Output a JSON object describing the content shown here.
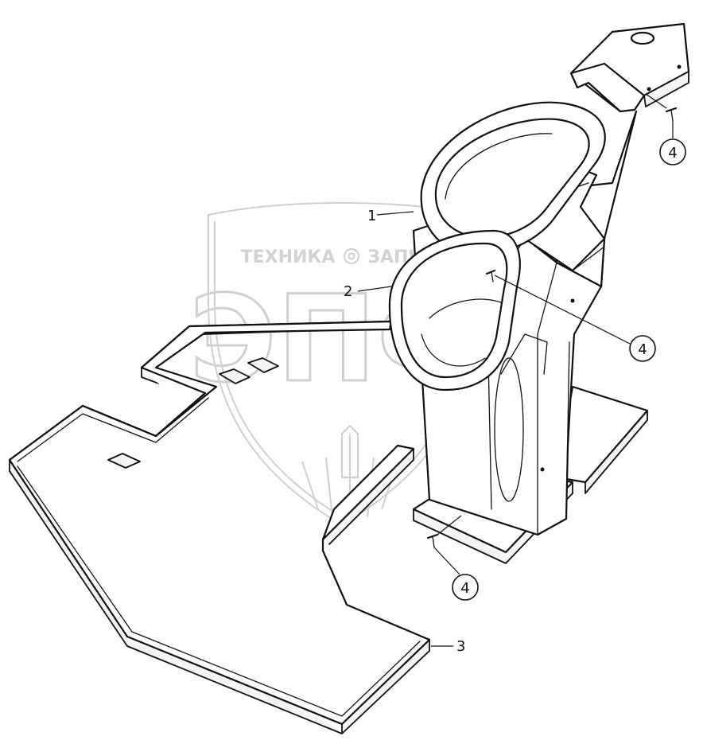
{
  "watermark": {
    "left_text": "ТЕХНИКА",
    "right_text": "ЗАПЧАСТИ",
    "big_text": "ЭПФ"
  },
  "callouts": [
    {
      "label": "1"
    },
    {
      "label": "2"
    },
    {
      "label": "3"
    },
    {
      "label": "4"
    },
    {
      "label": "4"
    },
    {
      "label": "4"
    }
  ],
  "colors": {
    "line": "#111111",
    "watermark": "#cfcfcf",
    "background": "#ffffff"
  }
}
